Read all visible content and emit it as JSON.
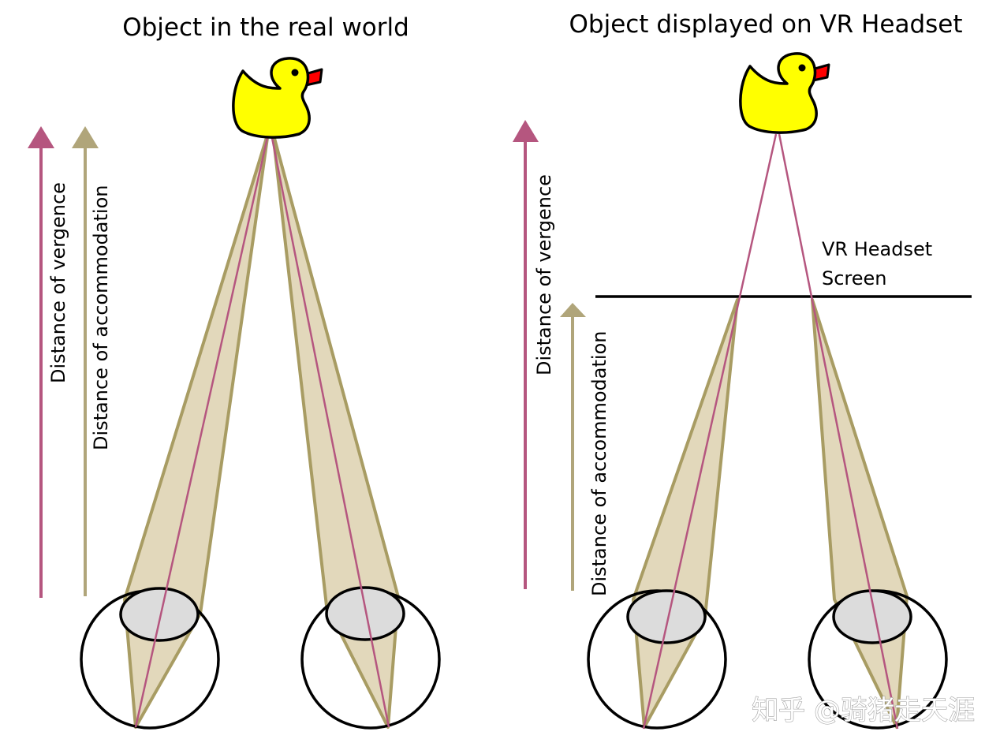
{
  "left_panel": {
    "title": "Object in the real world",
    "vergence_label": "Distance of vergence",
    "accommodation_label": "Distance of accommodation"
  },
  "right_panel": {
    "title": "Object displayed on VR Headset",
    "screen_label_line1": "VR Headset",
    "screen_label_line2": "Screen",
    "vergence_label": "Distance of vergence",
    "accommodation_label": "Distance of accommodation"
  },
  "watermark": "知乎 @骑猪走天涯",
  "colors": {
    "vergence": "#b5567f",
    "accommodation": "#b0a57a",
    "cone_fill": "#e2d8bb",
    "cone_stroke": "#a89c63",
    "duck_body": "#ffff00",
    "duck_beak": "#ff0000",
    "lens_fill": "#dcdcdc",
    "screen_line": "#000000"
  },
  "icons": {
    "object": "rubber-duck-icon",
    "eye": "eye-icon"
  }
}
